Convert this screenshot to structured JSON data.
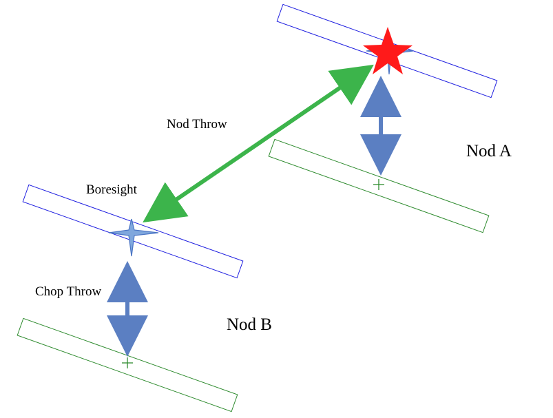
{
  "labels": {
    "nod_throw": "Nod Throw",
    "boresight": "Boresight",
    "chop_throw": "Chop Throw",
    "nod_a": "Nod A",
    "nod_b": "Nod B"
  },
  "colors": {
    "beam_on_source": "#1f1fe0",
    "beam_off_source": "#2e8b2e",
    "nod_arrow": "#3cb44b",
    "chop_arrow": "#5b7fc2",
    "source_star": "#ff1a1a",
    "cross_marker": "#4a74c4",
    "background": "#ffffff"
  }
}
